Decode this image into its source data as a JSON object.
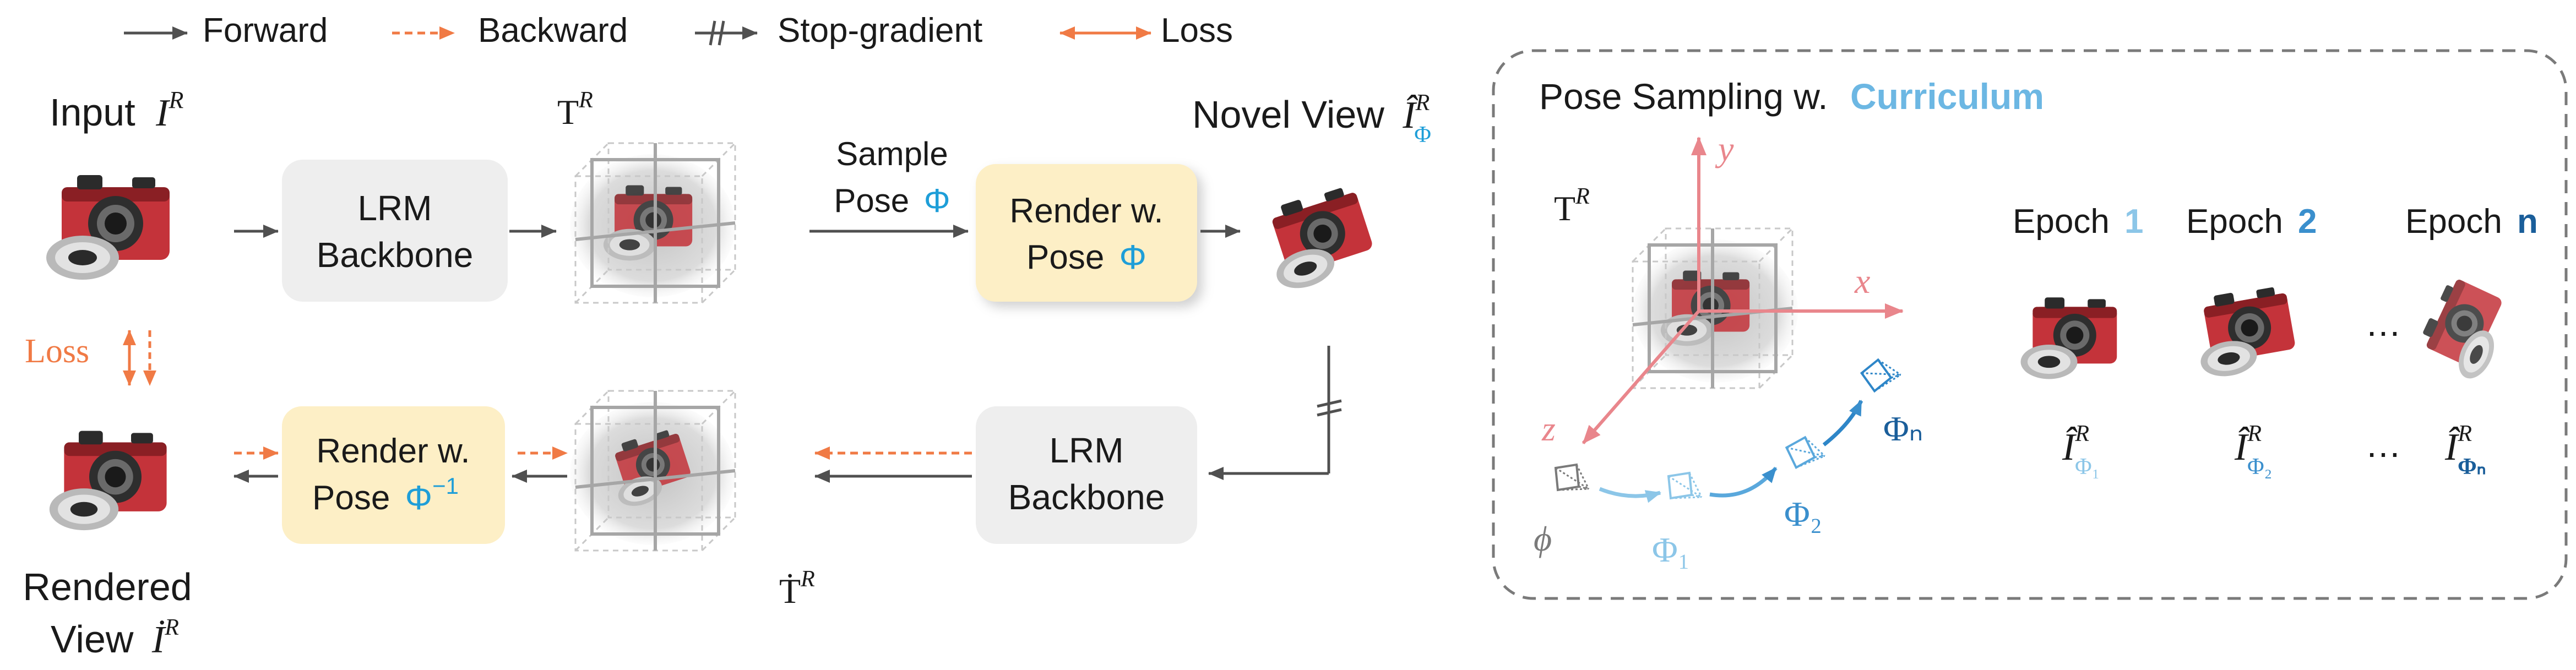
{
  "legend": {
    "forward": "Forward",
    "backward": "Backward",
    "stop_gradient": "Stop-gradient",
    "loss": "Loss"
  },
  "left": {
    "input_label": "Input",
    "input_symbol": "I",
    "superscript_R": "R",
    "lrm_backbone_line1": "LRM",
    "lrm_backbone_line2": "Backbone",
    "triplane_symbol": "T",
    "sample_pose_line1": "Sample",
    "sample_pose_line2": "Pose",
    "phi": "Φ",
    "render_line1": "Render w.",
    "render_line2": "Pose",
    "novel_view_label": "Novel View",
    "novel_view_symbol": "Î",
    "loss_label": "Loss",
    "render_inv_line1": "Render w.",
    "render_inv_line2": "Pose",
    "phi_inv": "Φ",
    "phi_inv_exp": "−1",
    "rendered_view_line1": "Rendered",
    "rendered_view_line2": "View",
    "rendered_symbol": "İ",
    "rendered_triplane_symbol": "Ṫ"
  },
  "right": {
    "title_prefix": "Pose Sampling w.",
    "title_curriculum": "Curriculum",
    "triplane_symbol": "T",
    "superscript_R": "R",
    "axis_x": "x",
    "axis_y": "y",
    "axis_z": "z",
    "phi_init": "ϕ",
    "phi_1": "Φ₁",
    "phi_2": "Φ₂",
    "phi_n": "Φₙ",
    "epoch_label": "Epoch",
    "epochs": [
      "1",
      "2",
      "n"
    ],
    "ellipsis": "…",
    "epoch_outputs": [
      "Î",
      "Î",
      "Î"
    ],
    "epoch_output_subs": [
      "Φ₁",
      "Φ₂",
      "Φₙ"
    ]
  },
  "colors": {
    "forward": "#505050",
    "backward": "#f07a45",
    "loss": "#f07a45",
    "phi_blue": "#1e9ed8",
    "curriculum_light": "#8cc6e8",
    "curriculum_mid": "#3a8fcd",
    "curriculum_dark": "#1a5e9a",
    "axis_pink": "#e9868c",
    "box_gray": "#eeeeee",
    "box_yellow": "#fdefc6"
  }
}
